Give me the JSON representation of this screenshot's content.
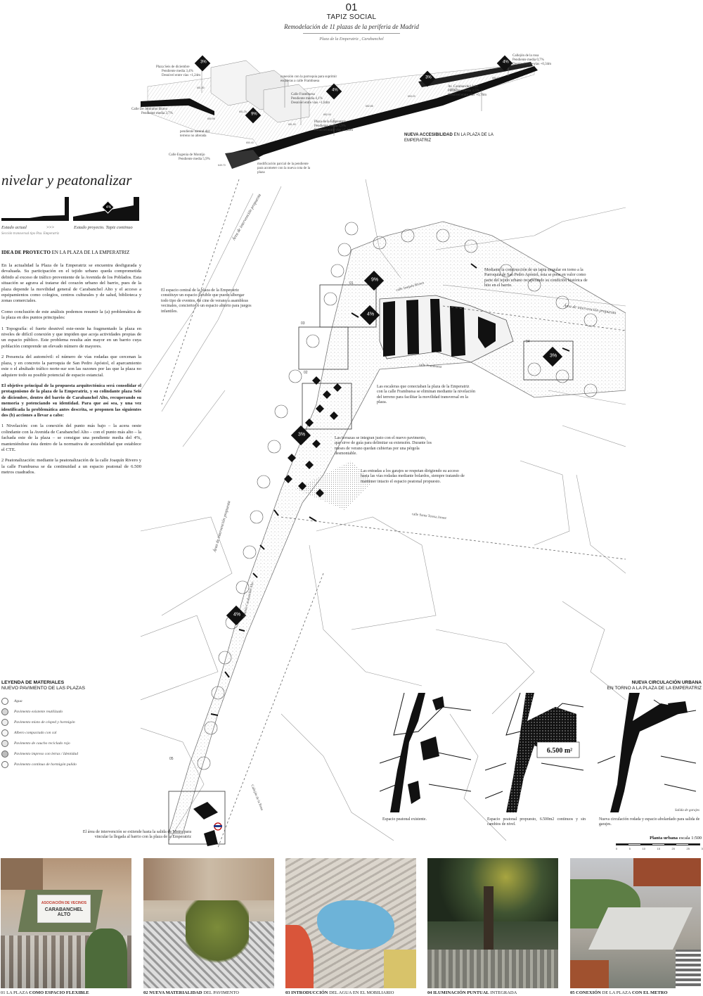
{
  "header": {
    "number": "01",
    "title": "TAPIZ SOCIAL",
    "subtitle": "Remodelación de 11 plazas de la periferia de Madrid",
    "location": "Plaza de la Emperatriz , Carabanchel"
  },
  "section_view": {
    "badges": [
      "3%",
      "9%",
      "4%",
      "3%",
      "4%"
    ],
    "labels": {
      "plaza_seis": "Plaza Seis de diciembre",
      "plaza_seis_data": "Pendiente media 3,4%\nDesnivel entre vías +1,24m",
      "conexion": "conexión con la parroquia para suprimir escaleras a calle Frambuesa",
      "callejon": "Callejón de la rosa",
      "callejon_data": "Pendiente media 0,7%\nDesnivel entre vías +0,34m",
      "jeronimo": "Calle De Jerónimo Bravo",
      "jeronimo_data": "Pendiente media 3,7%",
      "frambuesa": "Calle Frambuesa",
      "frambuesa_data": "Pendiente media 4,1%\nDesnivel entre vías +1,84m",
      "carabanchel": "Av. Carabanchel Alto",
      "carabanchel_data": "Pendiente media 3,5%\nDesnivel entre vías +0,76m",
      "pendiente_natural": "pendiente natural del terreno no alterada",
      "emperatriz": "Plaza de la Emperatriz",
      "emperatriz_data": "Pendiente media 3,9%\nDesnivel entre vías +1,42m",
      "eugenia": "Calle Eugenia de Montijo",
      "eugenia_data": "Pendiente media 5,9%",
      "modificacion": "modificación parcial de la pendiente para acometer con la nueva cota de la plaza",
      "nueva_accesibilidad": "NUEVA ACCESIBILIDAD",
      "nueva_accesibilidad_rest": "EN LA PLAZA DE LA EMPERATRIZ"
    }
  },
  "intro": {
    "heading": "nivelar y peatonalizar",
    "state_before": "Estado actual",
    "arrow": ">>>",
    "state_after": "Estado proyecto. Tapiz continuo",
    "section_note": "Sección transversal tipo Pza. Emperatriz",
    "diagram_badge": "4%"
  },
  "idea": {
    "heading_bold": "IDEA DE PROYECTO",
    "heading_rest": "EN LA PLAZA DE LA EMPERATRIZ",
    "p1": "En la actualidad la Plaza de la Emperatriz se encuentra desfigurada y devaluada. Su participación en el tejido urbano queda comprometida debido al exceso de tráfico proveniente de la Avenida de los Poblados. Esta situación se agrava al tratarse del corazón urbano del barrio, pues de la plaza depende la movilidad general de Carabanchel Alto y el acceso a equipamientos como colegios, centros culturales y de salud, biblioteca y zonas comerciales.",
    "p2": "Como conclusión de este análisis podemos resumir la (a) problemática de la plaza en dos puntos principales:",
    "p3": "1      Topografía: el fuerte desnivel este-oeste ha fragmentado la plaza en niveles de difícil conexión y que impiden que acoja actividades propias de un espacio público. Este problema resulta aún mayor en un barrio cuya población comprende un elevado número de mayores.",
    "p4": "2      Presencia del automóvil: el número de vías rodadas que cercenan la plaza, y en concreto la parroquia de San Pedro Apóstol, el aparcamiento este o el abultado tráfico norte-sur son las razones por las que la plaza no adquiere todo su posible potencial de espacio estancial.",
    "p5": "El objetivo principal de la propuesta arquitectónica será consolidar el protagonismo de la plaza de la Emperatriz, y su colindante plaza Seis de diciembre, dentro del barrio de Carabanchel Alto, recuperando su memoria y potenciando su identidad. Para que así sea, y una vez identificada la problemática antes descrita, se proponen las siguientes dos (b) acciones a llevar a cabo:",
    "p6": "1      Nivelación: con la conexión del punto más bajo – la acera oeste colindante con la Avenida de Carabanchel Alto – con el punto más alto – la fachada este de la plaza – se consigue una pendiente media del 4%, manteniéndose ésta dentro de la normativa de accesibilidad que establece el CTE.",
    "p7": "2      Peatonalización: mediante la peatonalización de la calle Joaquín Rivero y la calle Frambuesa se da continuidad a un espacio peatonal de 6.500 metros cuadrados."
  },
  "plan": {
    "badges": [
      "9%",
      "4%",
      "3%",
      "3%",
      "4%"
    ],
    "area_labels": [
      "Área de intervención propuesta",
      "Área de intervención propuesta",
      "Área de intervención propuesta"
    ],
    "street_labels": [
      "calle Joaquín Rivero",
      "calle Frambuesa",
      "calle Santa Teresa Jornet",
      "Avenida Carabanchel Alto",
      "Calle Eugenia de Montijo",
      "Callejón de la Rosa"
    ],
    "zone_numbers": [
      "01",
      "02",
      "03",
      "04",
      "05"
    ],
    "notes": {
      "centro": "El espacio central de la plaza de la Emperatriz constituye un espacio flexible que puede albergar todo tipo de eventos, de cine de verano a asambleas vecinales, conciertos o un espacio abierto para juegos infantiles.",
      "tapia": "Mediante la construcción de un tapia singular en torno a la Parroquia de San Pedro Apóstol, ésta se pone en valor como parte del tejido urbano recuperando su condición histórica de hito en el barrio.",
      "escaleras": "Las escaleras que conectaban la plaza de la Emperatriz con la calle Frambuesa se eliminan mediante la nivelación del terreno para facilitar la movilidad transversal en la plaza.",
      "terrazas": "Las terrazas se integran justo con el nuevo pavimento, que sirve de guía para delimitar su extensión. Durante los meses de verano quedan cubiertas por una pérgola desmontable.",
      "garajes": "Las entradas a los garajes se respetan dirigiendo su acceso hasta las vías rodadas mediante bolardos, siempre tratando de mantener intacto el espacio peatonal propuesto.",
      "metro": "El área de intervención se extiende hasta la salida de Metro para vincular la llegada al barrio con la plaza de la Emperatriz"
    }
  },
  "legend": {
    "title": "LEYENDA DE MATERIALES",
    "subtitle": "NUEVO PAVIMENTO DE LAS PLAZAS",
    "items": [
      {
        "label": "Agua",
        "color": "#ffffff"
      },
      {
        "label": "Pavimento existente reutilizado",
        "color": "#d6d6d6"
      },
      {
        "label": "Pavimento mixto de césped y hormigón",
        "color": "#eeeeee"
      },
      {
        "label": "Albero compactado con cal",
        "color": "#f6f6f6"
      },
      {
        "label": "Pavimento de caucho reciclado rojo",
        "color": "#e2e2e2"
      },
      {
        "label": "Pavimento impreso con letras / Identidad",
        "color": "#bdbdbd"
      },
      {
        "label": "Pavimento continuo de hormigón pulido",
        "color": "#f9f9f9"
      }
    ]
  },
  "circulation": {
    "title": "NUEVA CIRCULACIÓN URBANA",
    "subtitle": "EN TORNO A LA PLAZA DE LA EMPERATRIZ",
    "area_label": "6.500 m²",
    "captions": [
      "Espacio peatonal existente.",
      "Espacio peatonal propuesto, 6.500m2 continuos y sin cambios de nivel.",
      "Nueva circulación rodada y espacio abolardado para salida de garajes."
    ],
    "salida": "Salida de garajes",
    "scale_label": "Planta urbana",
    "scale_value": "escala 1:500",
    "scale_ticks": [
      "0",
      "5",
      "10",
      "15",
      "20",
      "25",
      "30"
    ]
  },
  "renders": [
    {
      "caption_bold": "01 LA PLAZA",
      "caption_b2": "COMO ESPACIO FLEXIBLE",
      "sign1": "ASOCIACIÓN DE VECINOS",
      "sign2": "CARABANCHEL ALTO"
    },
    {
      "caption_bold": "02 NUEVA MATERIALIDAD",
      "caption_rest": "DEL PAVIMENTO"
    },
    {
      "caption_bold": "03 INTRODUCCIÓN",
      "caption_rest": "DEL AGUA EN EL MOBILIARIO"
    },
    {
      "caption_bold": "04 ILUMINACIÓN PUNTUAL",
      "caption_rest": "INTEGRADA"
    },
    {
      "caption_bold": "05 CONEXIÓN",
      "caption_mid": "DE LA PLAZA",
      "caption_b2": "CON EL METRO"
    }
  ]
}
